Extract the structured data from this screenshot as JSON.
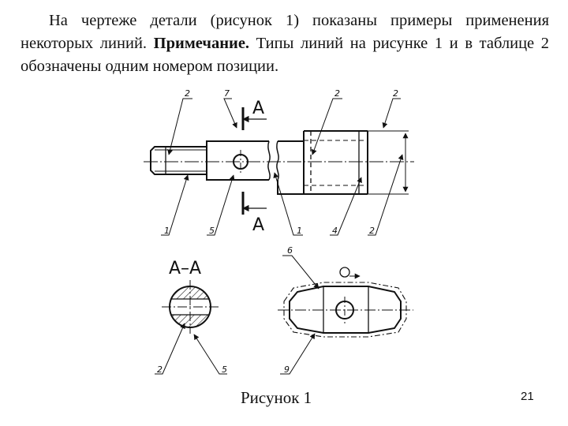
{
  "paragraph": {
    "part1": "На чертеже детали (рисунок 1) показаны примеры применения некоторых линий. ",
    "note_label": "Примечание.",
    "part2": " Типы линий на рисунке 1 и в таблице 2 обозначены одним номером позиции."
  },
  "caption": "Рисунок 1",
  "page_number": "21",
  "drawing": {
    "section_marks": [
      "A",
      "A"
    ],
    "section_title": "А–А",
    "callouts_top": [
      "2",
      "7",
      "2",
      "2"
    ],
    "callouts_bottom": [
      "1",
      "5",
      "1",
      "4",
      "2"
    ],
    "callouts_section": [
      "2",
      "5"
    ],
    "callouts_right": [
      "6",
      "9"
    ]
  }
}
